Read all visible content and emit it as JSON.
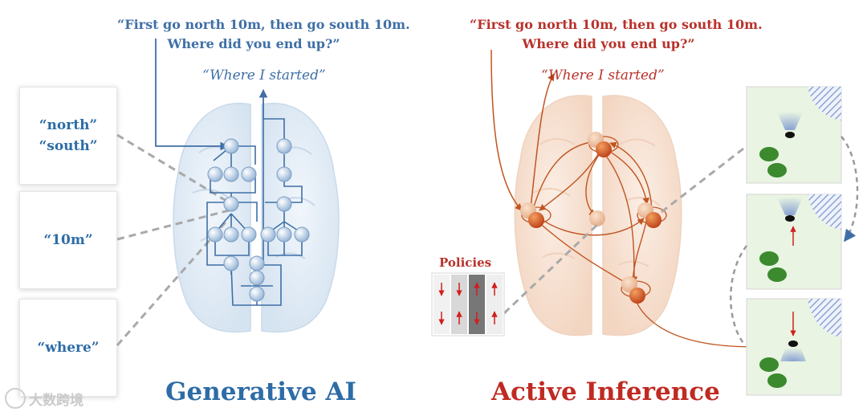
{
  "generative": {
    "question_line1": "“First go north 10m, then go south 10m.",
    "question_line2": "Where did you end up?”",
    "answer": "“Where I started”",
    "title": "Generative AI",
    "color": "#3f6fa6"
  },
  "active": {
    "question_line1": "“First go north 10m, then go south 10m.",
    "question_line2": "Where did you end up?”",
    "answer": "“Where I started”",
    "title": "Active Inference",
    "color": "#b8322b"
  },
  "word_boxes": [
    {
      "line1": "“north”",
      "line2": "“south”"
    },
    {
      "line1": "“10m”",
      "line2": ""
    },
    {
      "line1": "“where”",
      "line2": ""
    }
  ],
  "policies": {
    "label": "Policies",
    "columns": [
      [
        "down",
        "down"
      ],
      [
        "down",
        "up"
      ],
      [
        "up",
        "down"
      ],
      [
        "up",
        "up"
      ]
    ]
  },
  "watermark": "大数跨境",
  "icons": [
    "brain-icon",
    "neuron-node-icon",
    "agent-marker-icon",
    "bush-icon",
    "arrow-up-icon",
    "arrow-down-icon"
  ]
}
